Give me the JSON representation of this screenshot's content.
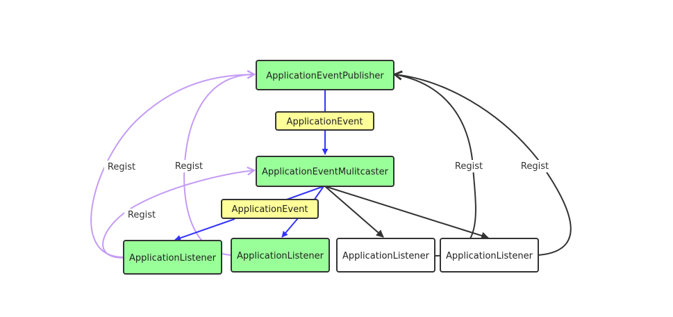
{
  "colors": {
    "green_fill": "#99ff99",
    "yellow_fill": "#ffff99",
    "white_fill": "#ffffff",
    "node_stroke": "#333333",
    "blue_edge": "#3333ff",
    "purple_edge": "#c49bf5",
    "dark_edge": "#333333"
  },
  "nodes": {
    "publisher": "ApplicationEventPublisher",
    "event_top": "ApplicationEvent",
    "multicaster": "ApplicationEventMulitcaster",
    "event_mid": "ApplicationEvent",
    "listener_1": "ApplicationListener",
    "listener_2": "ApplicationListener",
    "listener_3": "ApplicationListener",
    "listener_4": "ApplicationListener"
  },
  "edge_labels": {
    "regist_1": "Regist",
    "regist_2": "Regist",
    "regist_3": "Regist",
    "regist_4": "Regist",
    "regist_5": "Regist"
  }
}
